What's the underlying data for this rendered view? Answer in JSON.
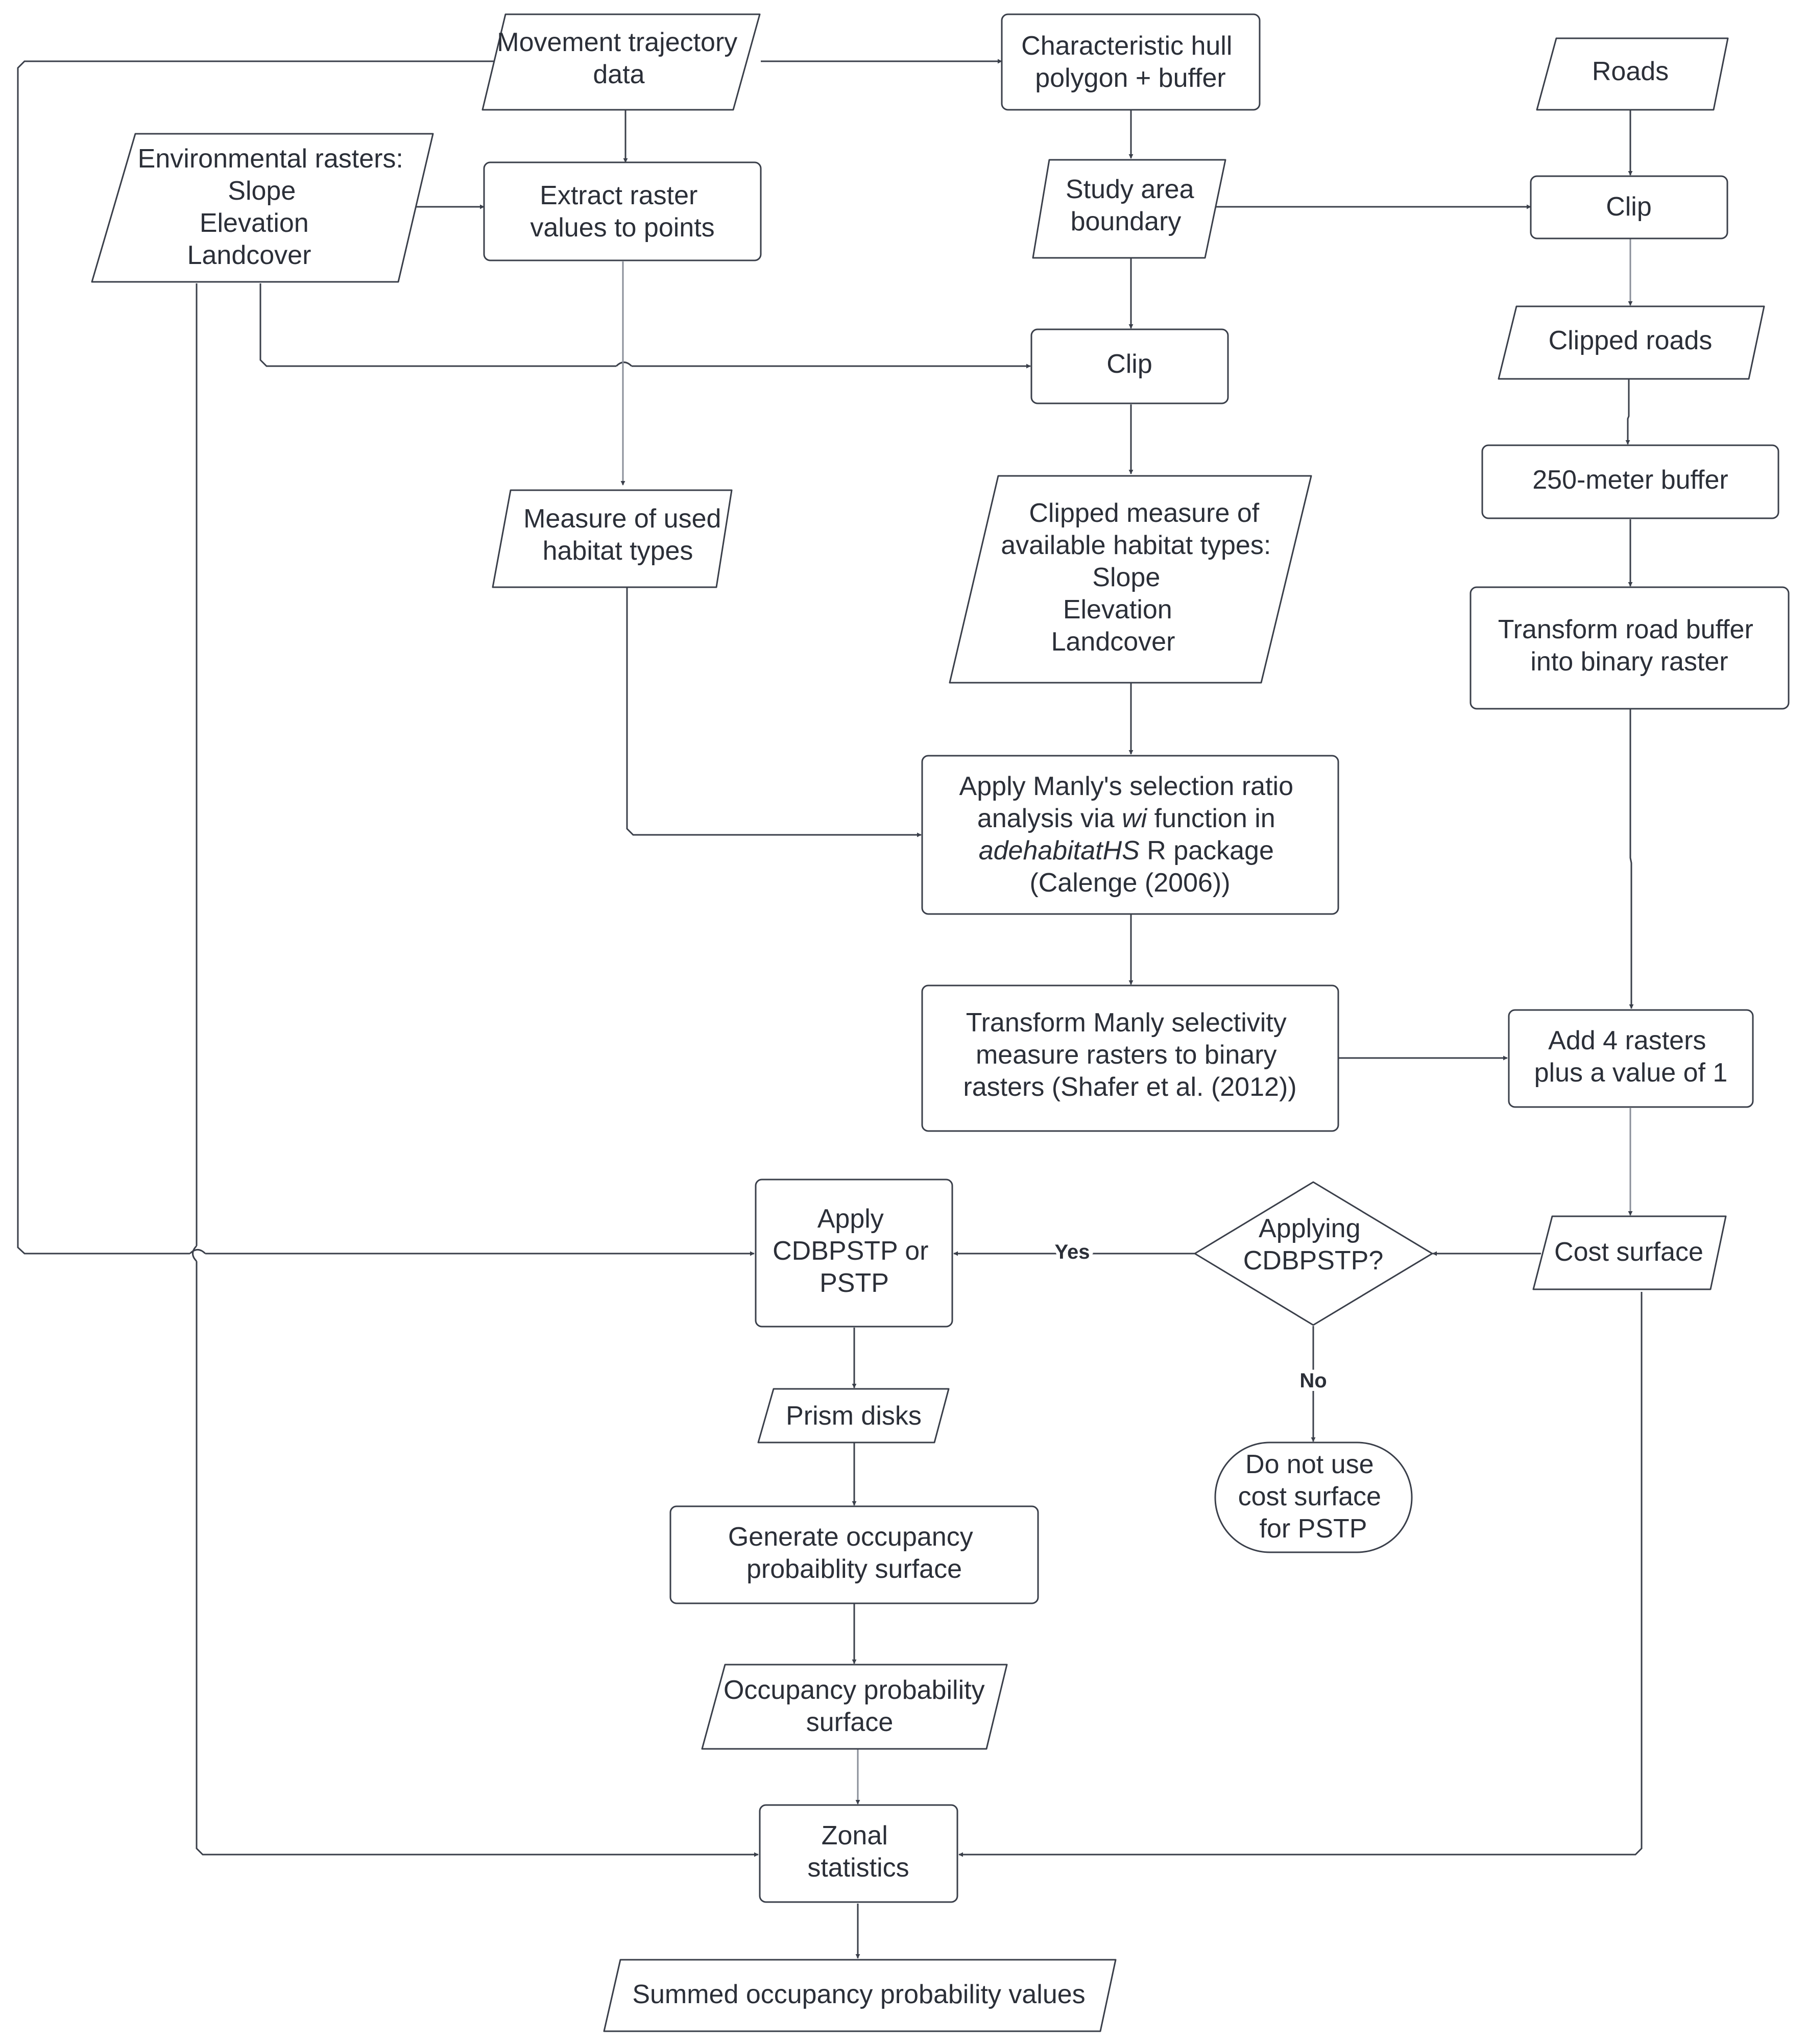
{
  "nodes": {
    "movement": {
      "lines": [
        "Movement trajectory",
        "data"
      ]
    },
    "hull": {
      "lines": [
        "Characteristic hull",
        "polygon + buffer"
      ]
    },
    "roads": {
      "lines": [
        "Roads"
      ]
    },
    "env": {
      "lines": [
        "Environmental rasters:",
        "Slope",
        "Elevation",
        "Landcover"
      ]
    },
    "extract": {
      "lines": [
        "Extract raster",
        "values to points"
      ]
    },
    "study": {
      "lines": [
        "Study area",
        "boundary"
      ]
    },
    "clip_roads": {
      "lines": [
        "Clip"
      ]
    },
    "clipped_roads": {
      "lines": [
        "Clipped roads"
      ]
    },
    "clip_mid": {
      "lines": [
        "Clip"
      ]
    },
    "buffer250": {
      "lines": [
        "250-meter buffer"
      ]
    },
    "used": {
      "lines": [
        "Measure of used",
        "habitat types"
      ]
    },
    "available": {
      "lines": [
        "Clipped measure of",
        "available habitat types:",
        "Slope",
        "Elevation",
        "Landcover"
      ]
    },
    "transform_road": {
      "lines": [
        "Transform road buffer",
        "into binary raster"
      ]
    },
    "manly": {
      "lines": [
        "Apply Manly's selection ratio",
        "analysis via ",
        "wi",
        " function in",
        "adehabitatHS",
        " R package",
        "(Calenge (2006))"
      ]
    },
    "transform_manly": {
      "lines": [
        "Transform Manly selectivity",
        "measure rasters to binary",
        "rasters (Shafer et al. (2012))"
      ]
    },
    "add4": {
      "lines": [
        "Add 4 rasters",
        "plus a value of 1"
      ]
    },
    "cdbpstp": {
      "lines": [
        "Apply",
        "CDBPSTP or",
        "PSTP"
      ]
    },
    "decision": {
      "lines": [
        "Applying",
        "CDBPSTP?"
      ]
    },
    "cost": {
      "lines": [
        "Cost surface"
      ]
    },
    "prism": {
      "lines": [
        "Prism disks"
      ]
    },
    "donot": {
      "lines": [
        "Do not use",
        "cost surface",
        "for PSTP"
      ]
    },
    "generate": {
      "lines": [
        "Generate occupancy",
        "probaiblity surface"
      ]
    },
    "occupancy": {
      "lines": [
        "Occupancy probability",
        "surface"
      ]
    },
    "zonal": {
      "lines": [
        "Zonal",
        "statistics"
      ]
    },
    "summed": {
      "lines": [
        "Summed occupancy probability values"
      ]
    }
  },
  "edge_labels": {
    "yes": "Yes",
    "no": "No"
  }
}
